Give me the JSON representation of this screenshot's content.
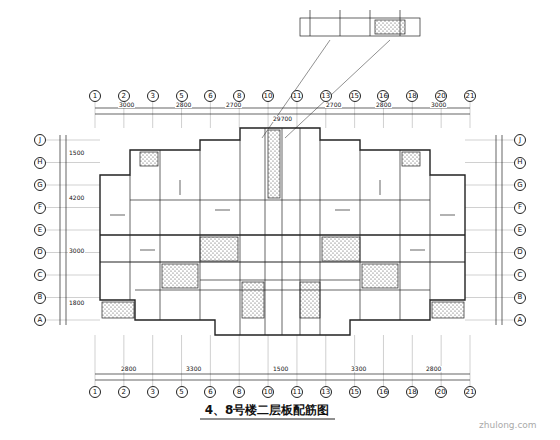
{
  "diagram": {
    "title": "4、8号楼二层板配筋图",
    "nodes": [
      {
        "text": [
          "1"
        ]
      },
      {
        "text": [
          "2"
        ]
      },
      {
        "text": [
          "3"
        ]
      },
      {
        "text": [
          "5"
        ]
      },
      {
        "text": [
          "6"
        ]
      },
      {
        "text": [
          "8"
        ]
      },
      {
        "text": [
          "10"
        ]
      },
      {
        "text": [
          "11"
        ]
      },
      {
        "text": [
          "13"
        ]
      },
      {
        "text": [
          "15"
        ]
      },
      {
        "text": [
          "16"
        ]
      },
      {
        "text": [
          "18"
        ]
      },
      {
        "text": [
          "20"
        ]
      },
      {
        "text": [
          "21"
        ]
      },
      {
        "text": [
          "1"
        ]
      },
      {
        "text": [
          "2"
        ]
      },
      {
        "text": [
          "3"
        ]
      },
      {
        "text": [
          "5"
        ]
      },
      {
        "text": [
          "6"
        ]
      },
      {
        "text": [
          "8"
        ]
      },
      {
        "text": [
          "10"
        ]
      },
      {
        "text": [
          "11"
        ]
      },
      {
        "text": [
          "13"
        ]
      },
      {
        "text": [
          "15"
        ]
      },
      {
        "text": [
          "16"
        ]
      },
      {
        "text": [
          "18"
        ]
      },
      {
        "text": [
          "20"
        ]
      },
      {
        "text": [
          "21"
        ]
      },
      {
        "text": [
          "J"
        ]
      },
      {
        "text": [
          "H"
        ]
      },
      {
        "text": [
          "G"
        ]
      },
      {
        "text": [
          "F"
        ]
      },
      {
        "text": [
          "E"
        ]
      },
      {
        "text": [
          "D"
        ]
      },
      {
        "text": [
          "C"
        ]
      },
      {
        "text": [
          "B"
        ]
      },
      {
        "text": [
          "A"
        ]
      },
      {
        "text": [
          "J"
        ]
      },
      {
        "text": [
          "H"
        ]
      },
      {
        "text": [
          "G"
        ]
      },
      {
        "text": [
          "F"
        ]
      },
      {
        "text": [
          "E"
        ]
      },
      {
        "text": [
          "D"
        ]
      },
      {
        "text": [
          "C"
        ]
      },
      {
        "text": [
          "B"
        ]
      },
      {
        "text": [
          "A"
        ]
      }
    ],
    "labels": [
      "3000",
      "2800",
      "2700",
      "2700",
      "2800",
      "3000",
      "29700",
      "2800",
      "3300",
      "1500",
      "3300",
      "2800",
      "1500",
      "4200",
      "3000",
      "1800",
      "zhulong.com"
    ]
  }
}
